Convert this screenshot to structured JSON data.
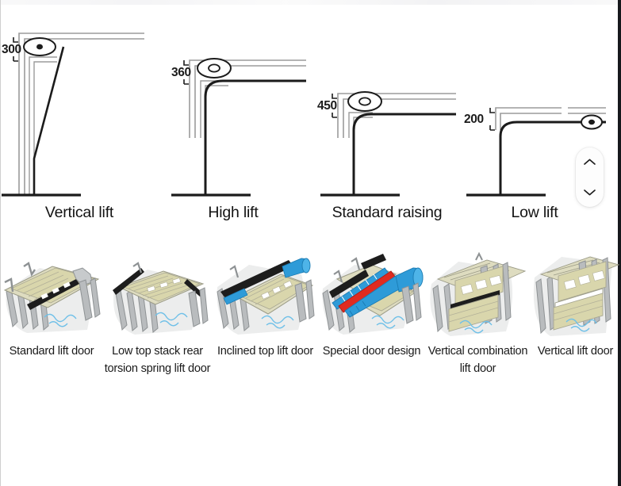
{
  "lift_diagrams": {
    "section_name": "garage-door-lift-type-schematics",
    "items": [
      {
        "dimension": "300",
        "label": "Vertical lift"
      },
      {
        "dimension": "360",
        "label": "High lift"
      },
      {
        "dimension": "450",
        "label": "Standard raising"
      },
      {
        "dimension": "200",
        "label": "Low lift"
      }
    ]
  },
  "scroll_control": {
    "up_icon": "chevron-up-icon",
    "down_icon": "chevron-down-icon"
  },
  "door_gallery": {
    "section_name": "door-type-gallery",
    "items": [
      {
        "caption": "Standard lift door"
      },
      {
        "caption": "Low top stack rear torsion spring lift door"
      },
      {
        "caption": "Inclined top lift door"
      },
      {
        "caption": "Special door design"
      },
      {
        "caption": "Vertical combination lift door"
      },
      {
        "caption": "Vertical lift door"
      }
    ]
  },
  "colors": {
    "panel_beige": "#d9d6ac",
    "panel_beige_light": "#e8e5c4",
    "rail_gray": "#b9bcbe",
    "rail_gray_dark": "#8e9294",
    "shadow_gray": "#e3e4e6",
    "spring_blue": "#2e9bd8",
    "spring_blue_dark": "#1b7cb4",
    "spring_red": "#e02b20",
    "bar_black": "#1d1d1d",
    "water_blue": "#6fc0e8",
    "line_dark": "#1b1b1b",
    "line_light": "#9b9b9b",
    "text": "#1a1a1a",
    "edge_dark": "#16181c"
  }
}
